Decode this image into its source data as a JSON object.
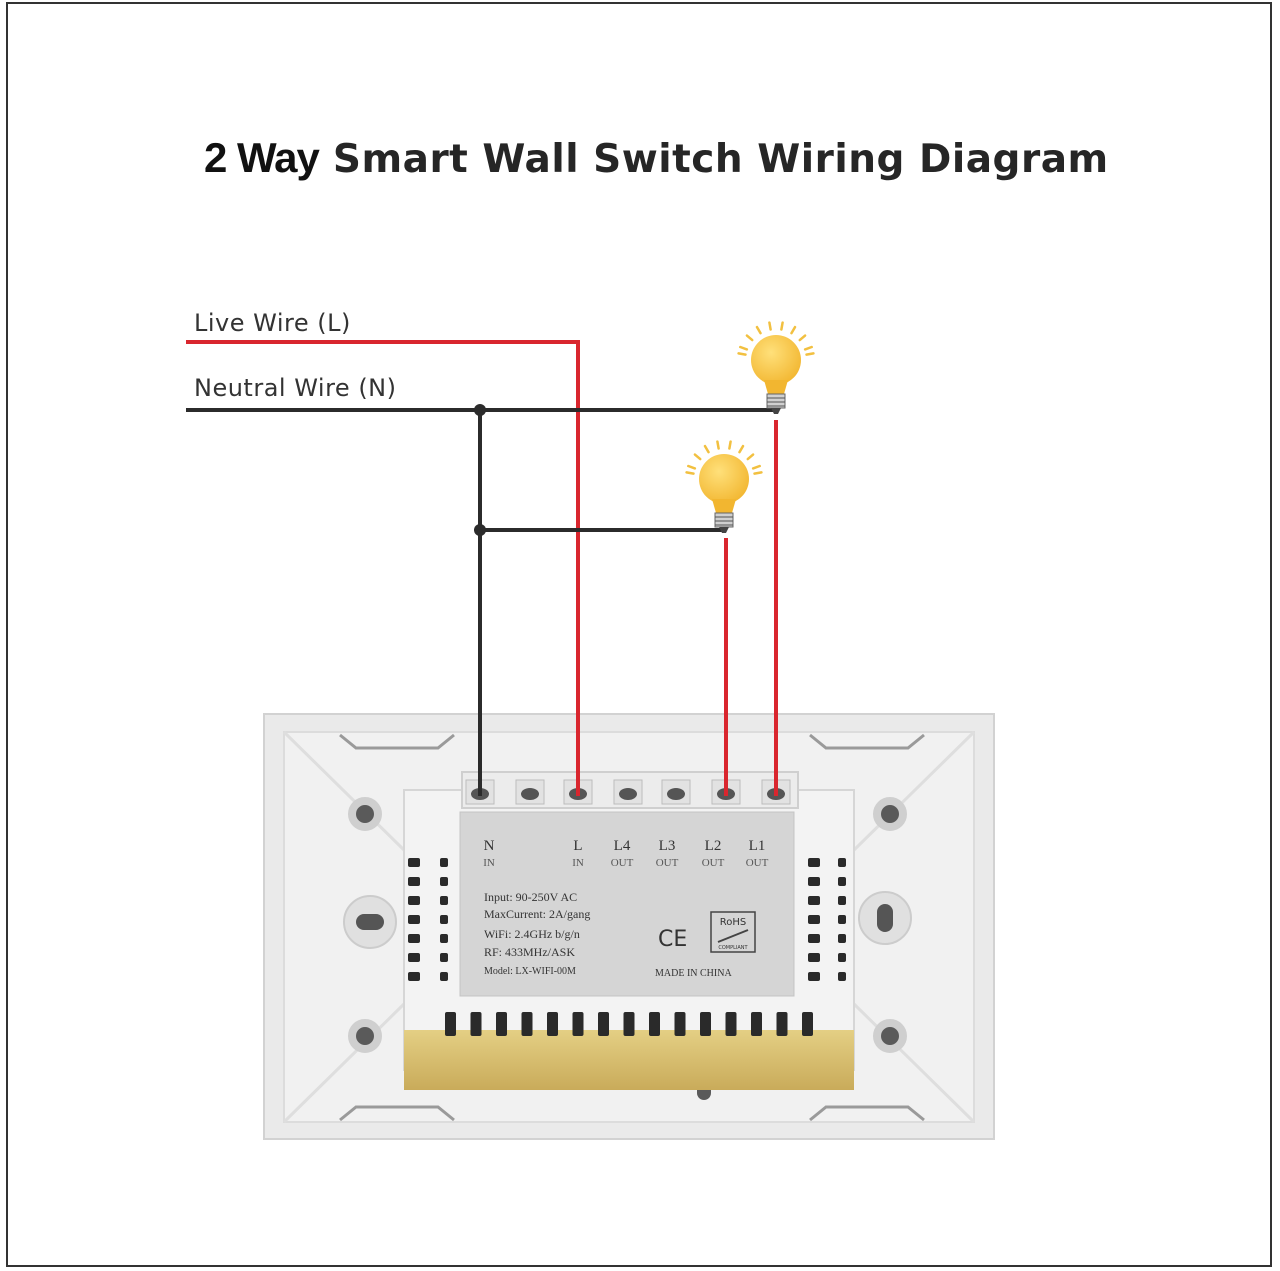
{
  "title": {
    "lead": "2 Way",
    "rest": "Smart Wall Switch Wiring Diagram"
  },
  "wires": {
    "live_label": "Live Wire (L)",
    "neutral_label": "Neutral  Wire (N)"
  },
  "colors": {
    "live": "#d9262e",
    "neutral": "#2b2b2b",
    "bulb": "#f7c948",
    "plate": "#ececec",
    "module": "#f2f2f2",
    "base": "#d9c074"
  },
  "terminals": [
    {
      "name": "N",
      "sub": "IN"
    },
    {
      "name": "L",
      "sub": "IN"
    },
    {
      "name": "L4",
      "sub": "OUT"
    },
    {
      "name": "L3",
      "sub": "OUT"
    },
    {
      "name": "L2",
      "sub": "OUT"
    },
    {
      "name": "L1",
      "sub": "OUT"
    }
  ],
  "specs": {
    "input": "Input: 90-250V AC",
    "current": "MaxCurrent: 2A/gang",
    "wifi": "WiFi: 2.4GHz b/g/n",
    "rf": "RF: 433MHz/ASK",
    "model": "Model: LX-WIFI-00M"
  },
  "ce": "CE",
  "rohs": {
    "top": "RoHS",
    "bottom": "COMPLIANT"
  },
  "made_in": "MADE IN CHINA"
}
